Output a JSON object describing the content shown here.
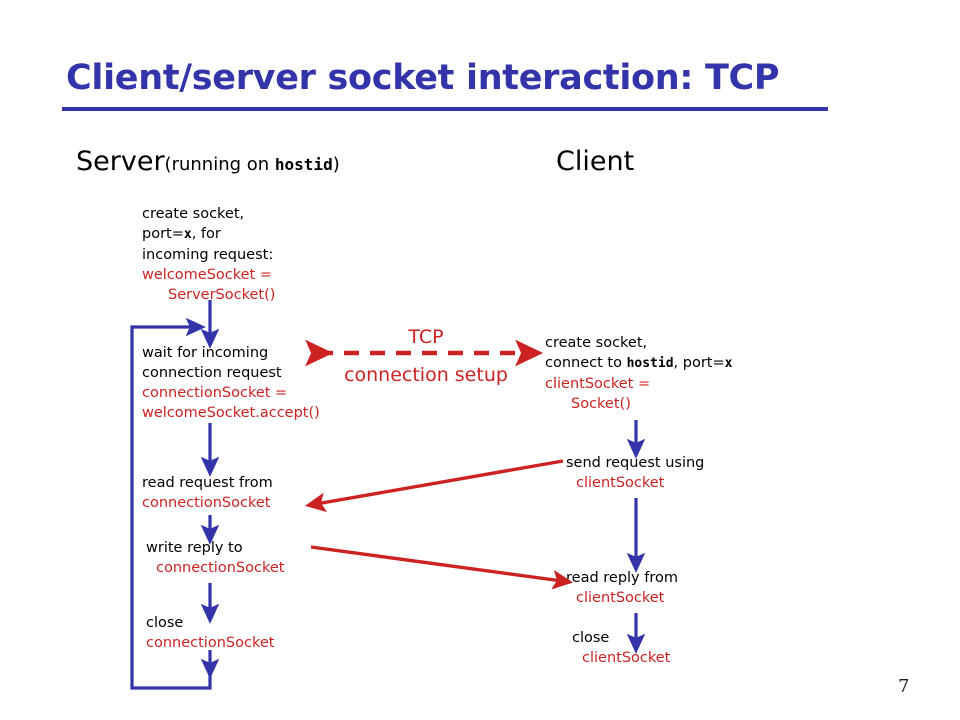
{
  "slide": {
    "title": "Client/server socket interaction: TCP",
    "page_number": "7",
    "title_color": "#3333AA",
    "code_color": "#CC2222",
    "arrow_blue": "#3333AA",
    "arrow_red": "#CC2222",
    "background": "#FFFFFF"
  },
  "columns": {
    "server": {
      "heading": "Server",
      "heading_note_open": "(running on ",
      "heading_note_mono": "hostid",
      "heading_note_close": ")"
    },
    "client": {
      "heading": "Client"
    }
  },
  "server_steps": [
    {
      "id": "create",
      "lines": [
        "create socket,",
        "port=x, for",
        "incoming request:"
      ],
      "mono_token": "x",
      "code_lines": [
        "welcomeSocket =",
        "ServerSocket()"
      ]
    },
    {
      "id": "wait",
      "lines": [
        "wait for incoming",
        "connection request"
      ],
      "code_lines": [
        "connectionSocket =",
        "welcomeSocket.accept()"
      ]
    },
    {
      "id": "read",
      "lines": [
        "read request from"
      ],
      "code_lines": [
        "connectionSocket"
      ]
    },
    {
      "id": "write",
      "lines": [
        "write reply to"
      ],
      "code_lines": [
        "connectionSocket"
      ]
    },
    {
      "id": "close",
      "lines": [
        "close"
      ],
      "code_lines": [
        "connectionSocket"
      ]
    }
  ],
  "client_steps": [
    {
      "id": "create",
      "lines": [
        "create socket,",
        "connect to hostid, port=x"
      ],
      "mono_tokens": [
        "hostid",
        "x"
      ],
      "code_lines": [
        "clientSocket =",
        "Socket()"
      ]
    },
    {
      "id": "send",
      "lines": [
        "send request using"
      ],
      "code_lines": [
        "clientSocket"
      ]
    },
    {
      "id": "read",
      "lines": [
        "read reply from"
      ],
      "code_lines": [
        "clientSocket"
      ]
    },
    {
      "id": "close",
      "lines": [
        "close"
      ],
      "code_lines": [
        "clientSocket"
      ]
    }
  ],
  "connection_label": {
    "line1": "TCP",
    "line2": "connection setup"
  },
  "text_fragments": {
    "s_create_l1": "create socket,",
    "s_create_l2a": "port=",
    "s_create_l2b": "x",
    "s_create_l2c": ", for",
    "s_create_l3": "incoming request:",
    "s_create_c1": "welcomeSocket =",
    "s_create_c2": "ServerSocket()",
    "s_wait_l1": "wait for incoming",
    "s_wait_l2": "connection request",
    "s_wait_c1": "connectionSocket =",
    "s_wait_c2": "welcomeSocket.accept()",
    "s_read_l1": "read request from",
    "s_read_c1": "connectionSocket",
    "s_write_l1": "write reply to",
    "s_write_c1": "connectionSocket",
    "s_close_l1": "close",
    "s_close_c1": "connectionSocket",
    "c_create_l1": "create socket,",
    "c_create_l2a": "connect to ",
    "c_create_l2b": "hostid",
    "c_create_l2c": ", port=",
    "c_create_l2d": "x",
    "c_create_c1": "clientSocket =",
    "c_create_c2": "Socket()",
    "c_send_l1": "send request using",
    "c_send_c1": "clientSocket",
    "c_read_l1": "read reply from",
    "c_read_c1": "clientSocket",
    "c_close_l1": "close",
    "c_close_c1": "clientSocket"
  }
}
